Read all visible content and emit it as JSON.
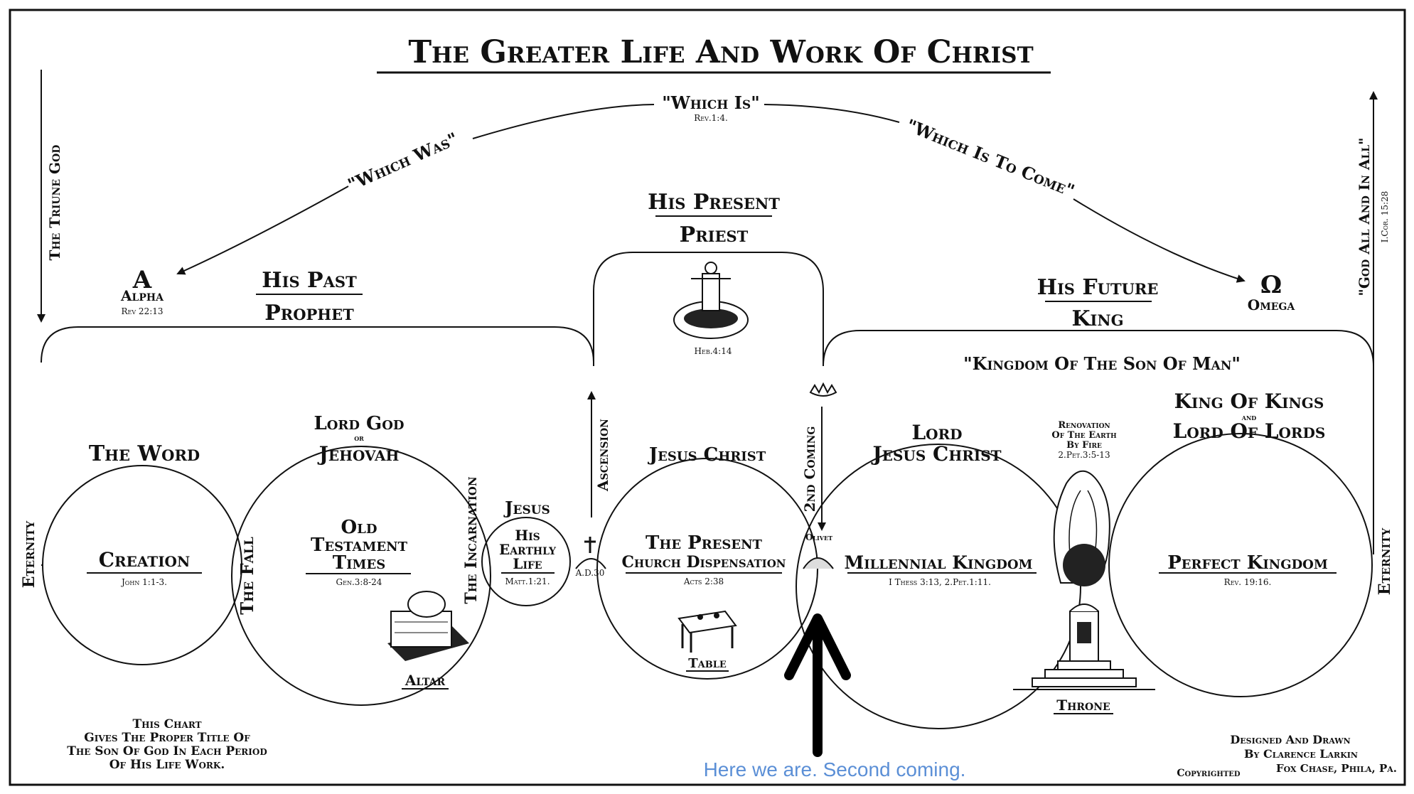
{
  "title": "The Greater Life And Work Of Christ",
  "left_vertical": "The Triune God",
  "right_vertical": "\"God All And In All\"",
  "right_vertical_ref": "I.Cor. 15:28",
  "eternity_left": "Eternity",
  "eternity_right": "Eternity",
  "alpha": {
    "glyph": "A",
    "label": "Alpha",
    "ref": "Rev 22:13"
  },
  "omega": {
    "glyph": "Ω",
    "label": "Omega"
  },
  "which_was": "\"Which Was\"",
  "which_is": "\"Which Is\"",
  "which_is_ref": "Rev.1:4.",
  "which_is_to_come": "\"Which Is To Come\"",
  "offices": {
    "past": {
      "line1": "His Past",
      "line2": "Prophet"
    },
    "present": {
      "line1": "His Present",
      "line2": "Priest",
      "ref": "Heb.4:14"
    },
    "future": {
      "line1": "His Future",
      "line2": "King"
    }
  },
  "kingdom_son_of_man": "\"Kingdom Of The Son Of Man\"",
  "periods": {
    "creation": {
      "title": "The Word",
      "label": "Creation",
      "ref": "John 1:1-3."
    },
    "old_testament": {
      "title_line1": "Lord God",
      "title_or": "or",
      "title_line2": "Jehovah",
      "label_line1": "Old",
      "label_line2": "Testament",
      "label_line3": "Times",
      "ref": "Gen.3:8-24",
      "image_label": "Altar"
    },
    "earthly_life": {
      "title": "Jesus",
      "label_line1": "His",
      "label_line2": "Earthly",
      "label_line3": "Life",
      "ref": "Matt.1:21.",
      "date": "A.D.30"
    },
    "church": {
      "title": "Jesus Christ",
      "label_line1": "The Present",
      "label_line2": "Church Dispensation",
      "ref": "Acts 2:38",
      "image_label": "Table"
    },
    "millennial": {
      "title_line1": "Lord",
      "title_line2": "Jesus Christ",
      "label": "Millennial Kingdom",
      "ref": "I Thess 3:13, 2.Pet.1:11."
    },
    "renovation": {
      "line1": "Renovation",
      "line2": "Of The Earth",
      "line3": "By Fire",
      "ref": "2.Pet.3:5-13",
      "image_label": "Throne"
    },
    "perfect": {
      "title_line1": "King Of Kings",
      "title_and": "and",
      "title_line2": "Lord Of Lords",
      "label": "Perfect Kingdom",
      "ref": "Rev. 19:16."
    }
  },
  "events": {
    "fall": "The Fall",
    "incarnation": "The Incarnation",
    "ascension": "Ascension",
    "second_coming": "2nd Coming",
    "olivet": "Olivet"
  },
  "note_left": [
    "This Chart",
    "Gives The Proper Title Of",
    "The Son Of God In Each Period",
    "Of His Life Work."
  ],
  "credits": [
    "Designed And Drawn",
    "By Clarence Larkin",
    "Fox Chase, Phila, Pa."
  ],
  "copyright": "Copyrighted",
  "annotation": "Here we are. Second coming."
}
